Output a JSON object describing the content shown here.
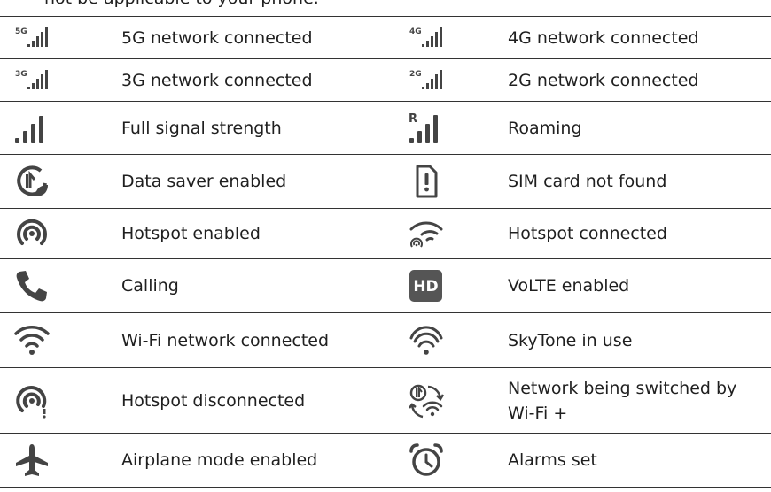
{
  "intro_text": "not be applicable to your phone.",
  "colors": {
    "icon": "#444444",
    "text": "#1f1f1f",
    "rule": "#333333"
  },
  "rows": [
    {
      "left": {
        "icon": "5g-signal-icon",
        "badge": "5G",
        "label": "5G network connected"
      },
      "right": {
        "icon": "4g-signal-icon",
        "badge": "4G",
        "label": "4G network connected"
      }
    },
    {
      "left": {
        "icon": "3g-signal-icon",
        "badge": "3G",
        "label": "3G network connected"
      },
      "right": {
        "icon": "2g-signal-icon",
        "badge": "2G",
        "label": "2G network connected"
      }
    },
    {
      "left": {
        "icon": "full-signal-icon",
        "label": "Full signal strength"
      },
      "right": {
        "icon": "roaming-icon",
        "badge": "R",
        "label": "Roaming"
      }
    },
    {
      "left": {
        "icon": "data-saver-icon",
        "label": "Data saver enabled"
      },
      "right": {
        "icon": "sim-not-found-icon",
        "label": "SIM card not found"
      }
    },
    {
      "left": {
        "icon": "hotspot-enabled-icon",
        "label": "Hotspot enabled"
      },
      "right": {
        "icon": "hotspot-connected-icon",
        "label": "Hotspot connected"
      }
    },
    {
      "left": {
        "icon": "phone-icon",
        "label": "Calling"
      },
      "right": {
        "icon": "hd-icon",
        "badge": "HD",
        "label": "VoLTE enabled"
      }
    },
    {
      "left": {
        "icon": "wifi-icon",
        "label": "Wi-Fi network connected"
      },
      "right": {
        "icon": "skytone-icon",
        "label": "SkyTone in use"
      }
    },
    {
      "left": {
        "icon": "hotspot-disconnected-icon",
        "label": "Hotspot disconnected"
      },
      "right": {
        "icon": "wifi-plus-switch-icon",
        "label": "Network being switched by Wi-Fi +"
      }
    },
    {
      "left": {
        "icon": "airplane-icon",
        "label": "Airplane mode enabled"
      },
      "right": {
        "icon": "alarm-icon",
        "label": "Alarms set"
      }
    }
  ]
}
